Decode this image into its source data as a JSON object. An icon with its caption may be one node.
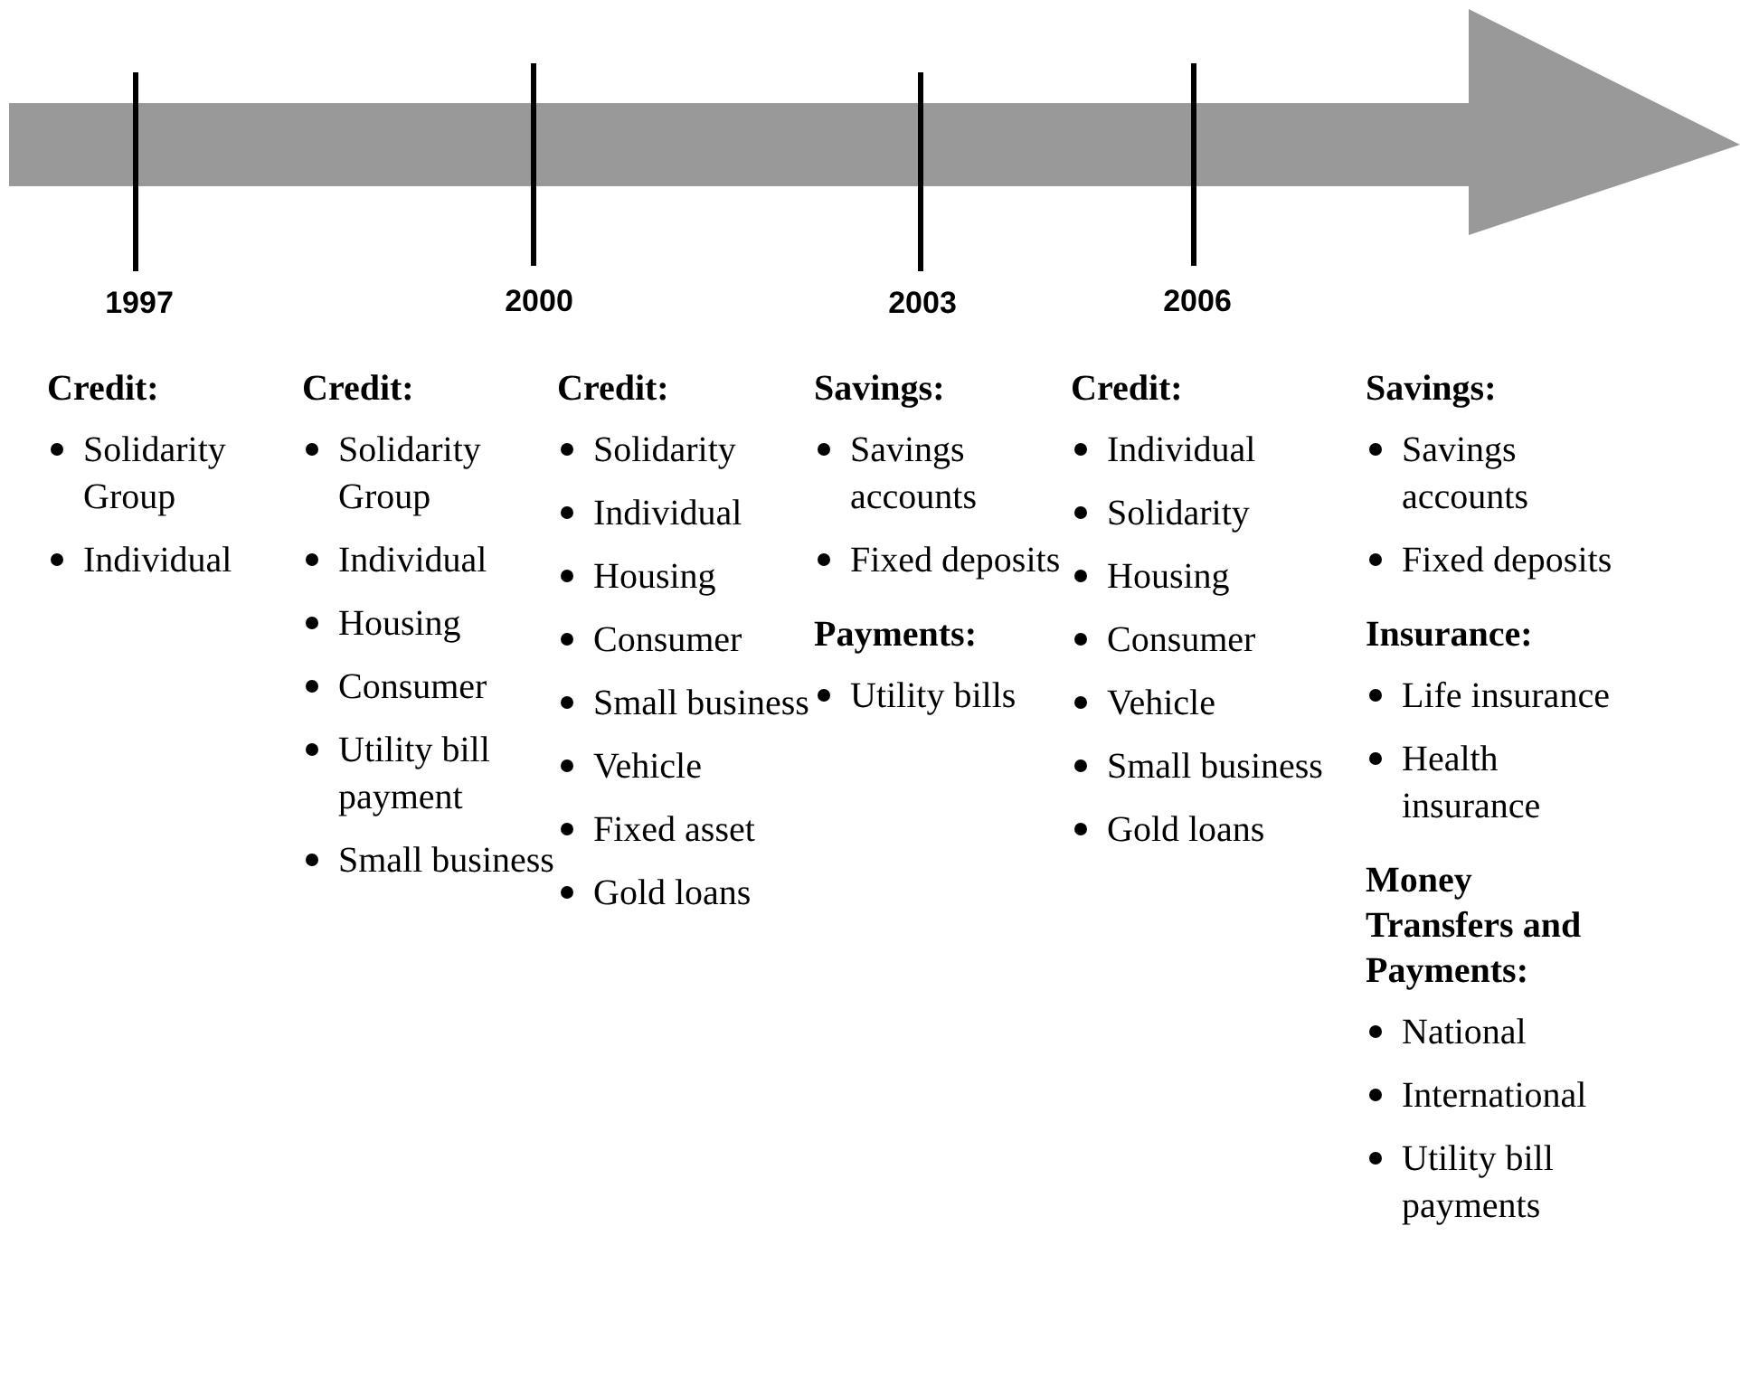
{
  "diagram": {
    "labels": [
      "1997",
      "2000",
      "2003",
      "2006",
      "Credit:",
      "Solidarity Group",
      "Individual",
      "Credit:",
      "Solidarity Group",
      "Individual",
      "Housing",
      "Consumer",
      "Utility bill payment",
      "Small business",
      "Credit:",
      "Solidarity",
      "Individual",
      "Housing",
      "Consumer",
      "Small business",
      "Vehicle",
      "Fixed asset",
      "Gold loans",
      "Savings:",
      "Savings accounts",
      "Fixed deposits",
      "Payments:",
      "Utility bills",
      "Credit:",
      "Individual",
      "Solidarity",
      "Housing",
      "Consumer",
      "Vehicle",
      "Small business",
      "Gold loans",
      "Savings:",
      "Savings accounts",
      "Fixed deposits",
      "Insurance:",
      "Life insurance",
      "Health insurance",
      "Money Transfers and Payments:",
      "National",
      "International",
      "Utility bill payments"
    ]
  }
}
